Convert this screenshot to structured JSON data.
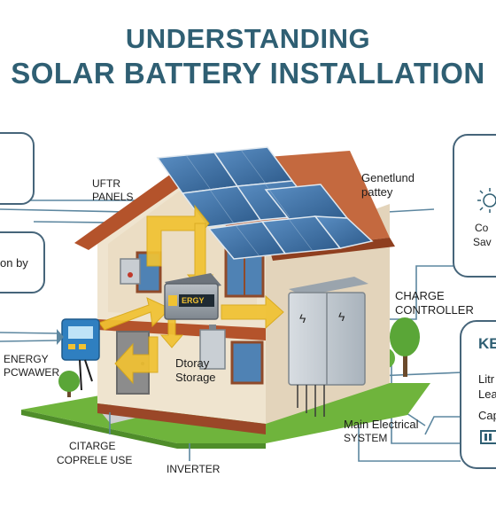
{
  "title": {
    "line1": "UNDERSTANDING",
    "line2": "SOLAR BATTERY INSTALLATION"
  },
  "labels": {
    "panels": [
      "UFTR",
      "PANELS"
    ],
    "generated_battery": [
      "Genetlund",
      "pattey"
    ],
    "charge_controller": [
      "CHARGE",
      "CONTROLLER"
    ],
    "energy_power": [
      "ENERGY",
      "PCWAWER"
    ],
    "storage": [
      "Dtoray",
      "Storage"
    ],
    "main_electrical": [
      "Main Electrical",
      "SYSTEM"
    ],
    "charge_use": [
      "CITARGE",
      "COPRELE USE"
    ],
    "inverter": "INVERTER",
    "battery_brand": "ERGY"
  },
  "side_panels": {
    "left_mid_text": "on by",
    "right_top_text": [
      "Co",
      "Sav"
    ],
    "right_key_title": "KE",
    "right_key_items": [
      "Litr",
      "Lea",
      "Cap"
    ]
  },
  "colors": {
    "title": "#2f5f73",
    "panel_border": "#46657a",
    "roof": "#b4532b",
    "solar_panel": "#3f6fa0",
    "wall": "#eadfcb",
    "grass": "#6fb43c",
    "arrow": "#f1c232"
  }
}
